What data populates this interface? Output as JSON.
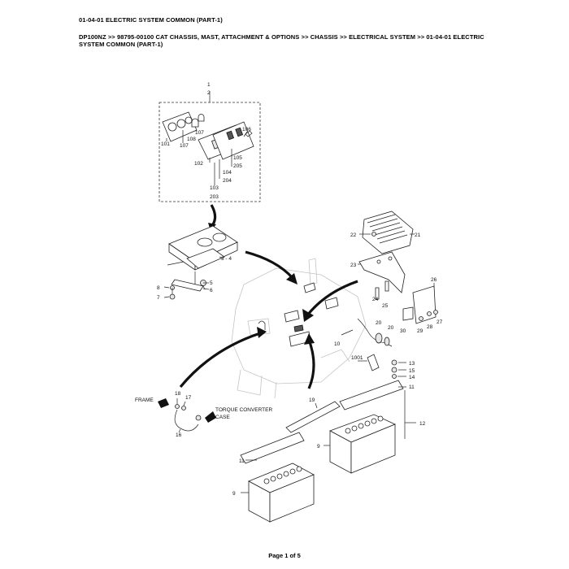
{
  "header": {
    "title": "01-04-01 ELECTRIC SYSTEM COMMON (PART-1)",
    "breadcrumb": "DP100NZ >> 98795-00100 CAT CHASSIS, MAST, ATTACHMENT & OPTIONS >> CHASSIS >> ELECTRICAL SYSTEM >> 01-04-01 ELECTRIC SYSTEM COMMON (PART-1)"
  },
  "footer": {
    "page": "Page 1 of 5"
  },
  "callouts": {
    "c1": "1",
    "c2": "2",
    "c101": "101",
    "c107a": "107",
    "c107b": "107",
    "c108": "108",
    "c102": "102",
    "c106": "106",
    "c105": "105",
    "c205": "205",
    "c104": "104",
    "c204": "204",
    "c103": "103",
    "c203": "203",
    "c34": "3 - 4",
    "c5": "5",
    "c6": "6",
    "c7": "7",
    "c8": "8",
    "c22": "22",
    "c21": "21",
    "c23": "23",
    "c24": "24",
    "c25": "25",
    "c26": "26",
    "c30": "30",
    "c29": "29",
    "c28": "28",
    "c27": "27",
    "c20a": "20",
    "c20b": "20",
    "c10": "10",
    "c1001": "1001",
    "c13": "13",
    "c15": "15",
    "c14": "14",
    "c11a": "11",
    "c11b": "11",
    "c12": "12",
    "c19": "19",
    "c9a": "9",
    "c9b": "9",
    "c16": "16",
    "c17": "17",
    "c18": "18"
  },
  "labels": {
    "frame": "FRAME",
    "torque1": "TORQUE CONVERTER",
    "torque2": "CASE"
  }
}
